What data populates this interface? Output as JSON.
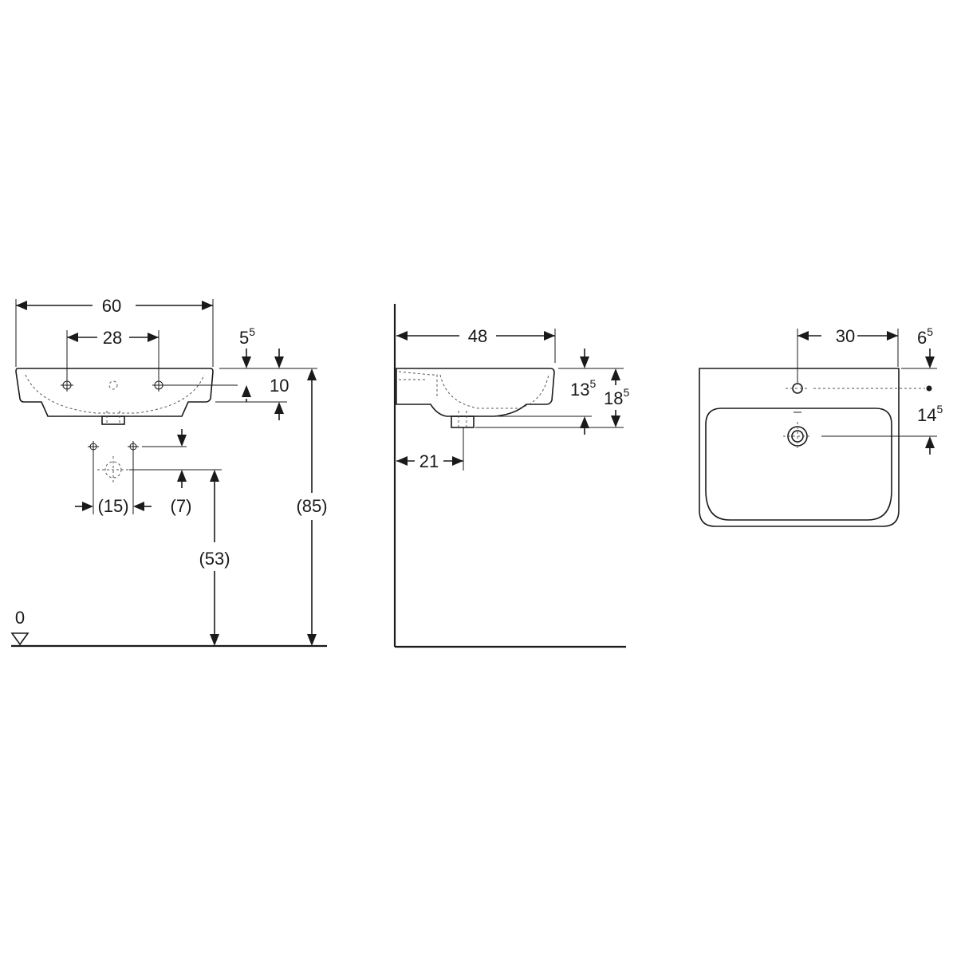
{
  "front_view": {
    "overall_width": "60",
    "tap_hole_spacing": "28",
    "rim_offset": {
      "main": "5",
      "sup": "5"
    },
    "rim_height": "10",
    "supply_spacing": "(15)",
    "supply_drop": "(7)",
    "drain_height": "(53)",
    "rim_floor_height": "(85)",
    "floor_level": "0"
  },
  "side_view": {
    "depth": "48",
    "drain_offset": "21",
    "bowl_depth": {
      "main": "13",
      "sup": "5"
    },
    "overall_height": {
      "main": "18",
      "sup": "5"
    }
  },
  "top_view": {
    "tap_offset": "30",
    "tap_to_back": {
      "main": "6",
      "sup": "5"
    },
    "tap_to_drain": {
      "main": "14",
      "sup": "5"
    }
  }
}
